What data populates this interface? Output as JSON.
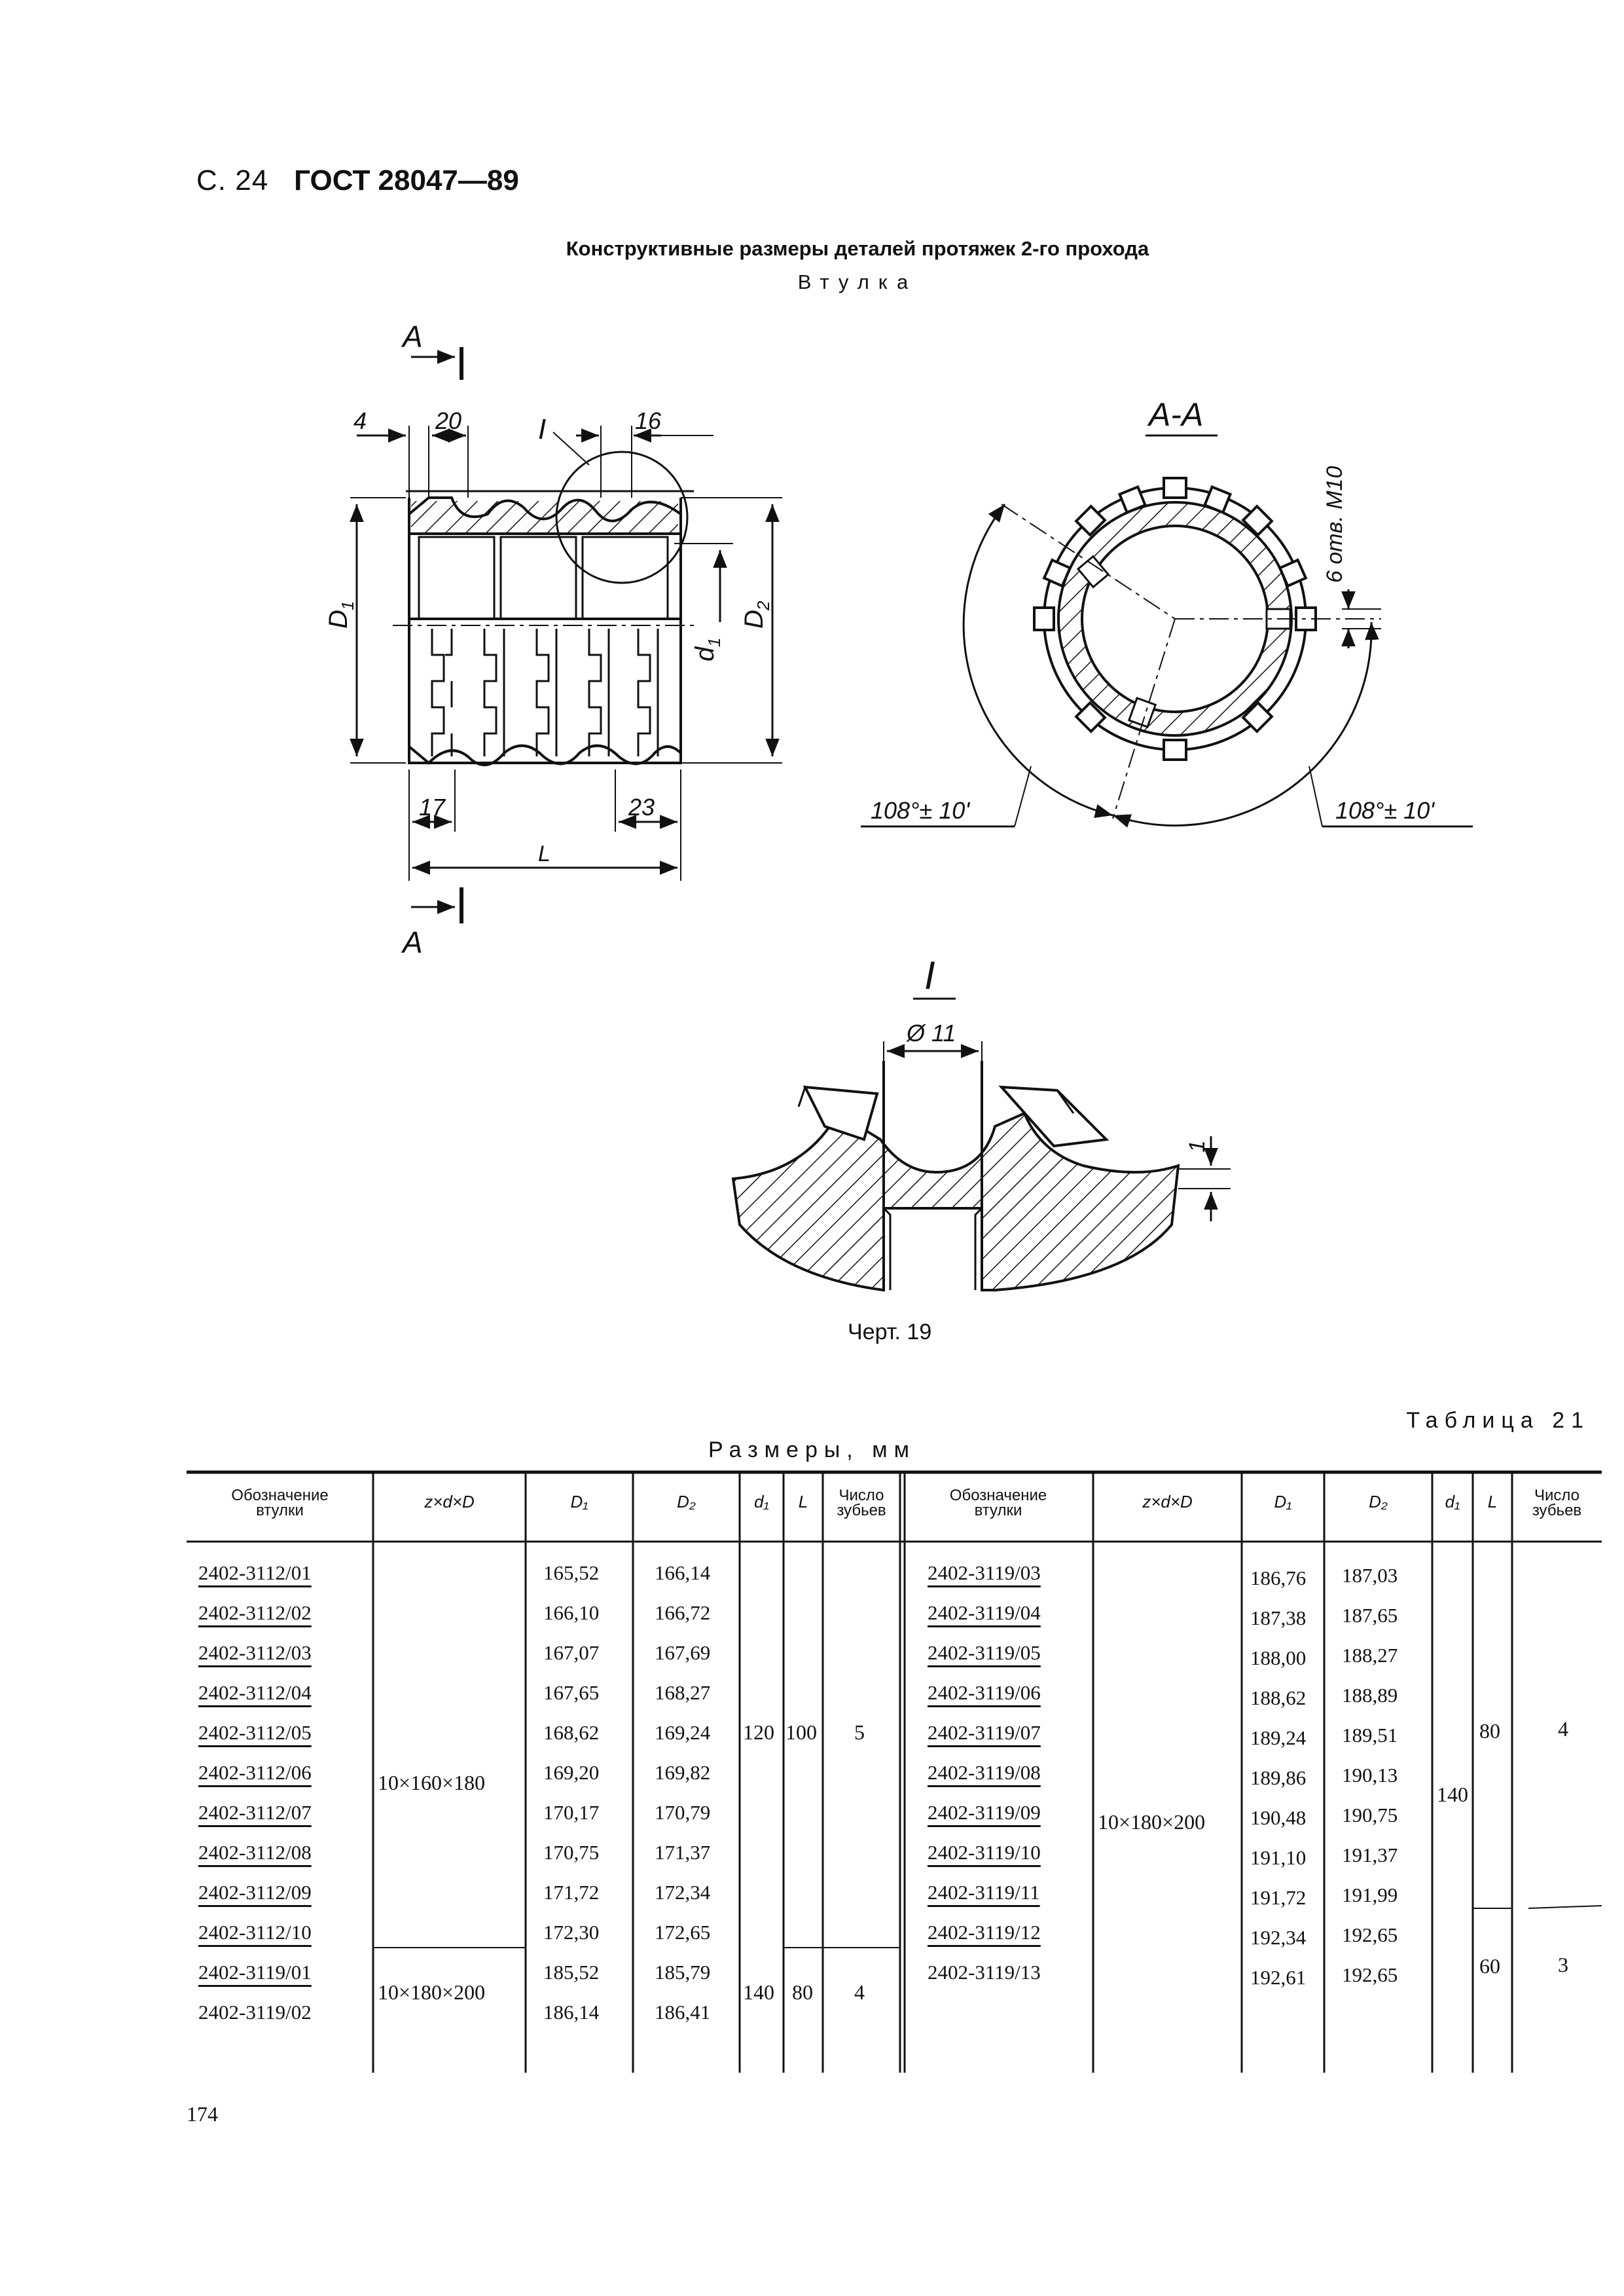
{
  "header": {
    "page_prefix": "С. 24",
    "standard": "ГОСТ 28047—89"
  },
  "title": "Конструктивные размеры деталей протяжек 2-го прохода",
  "subtitle": "Втулка",
  "drawing": {
    "section_marks": [
      "А",
      "А"
    ],
    "section_view_label": "А-А",
    "detail_label": "I",
    "dimensions": {
      "d4": "4",
      "d20": "20",
      "d16": "16",
      "d17": "17",
      "d23": "23",
      "L": "L",
      "D1": "D",
      "D1_sub": "1",
      "D2": "D",
      "D2_sub": "2",
      "d1": "d",
      "d1_sub": "1",
      "holes": "6 отв. М10",
      "angle_left": "108°± 10'",
      "angle_right": "108°± 10'",
      "dia11": "Ø 11",
      "depth1": "1"
    },
    "caption": "Черт. 19"
  },
  "table": {
    "number_label": "Таблица 21",
    "units_label": "Размеры, мм",
    "headers": {
      "designation": "Обозначение втулки",
      "zdD": "z×d×D",
      "D1": "D₁",
      "D2": "D₂",
      "d1": "d₁",
      "L": "L",
      "teeth": "Число зубьев"
    },
    "left_rows": [
      {
        "code": "2402-3112/01",
        "D1": "165,52",
        "D2": "166,14"
      },
      {
        "code": "2402-3112/02",
        "D1": "166,10",
        "D2": "166,72"
      },
      {
        "code": "2402-3112/03",
        "D1": "167,07",
        "D2": "167,69"
      },
      {
        "code": "2402-3112/04",
        "D1": "167,65",
        "D2": "168,27"
      },
      {
        "code": "2402-3112/05",
        "D1": "168,62",
        "D2": "169,24"
      },
      {
        "code": "2402-3112/06",
        "D1": "169,20",
        "D2": "169,82"
      },
      {
        "code": "2402-3112/07",
        "D1": "170,17",
        "D2": "170,79"
      },
      {
        "code": "2402-3112/08",
        "D1": "170,75",
        "D2": "171,37"
      },
      {
        "code": "2402-3112/09",
        "D1": "171,72",
        "D2": "172,34"
      },
      {
        "code": "2402-3112/10",
        "D1": "172,30",
        "D2": "172,65"
      },
      {
        "code": "2402-3119/01",
        "D1": "185,52",
        "D2": "185,79"
      },
      {
        "code": "2402-3119/02",
        "D1": "186,14",
        "D2": "186,41"
      }
    ],
    "left_groups": [
      {
        "zdD": "10×160×180",
        "d1": "120",
        "L": "100",
        "teeth": "5"
      },
      {
        "zdD": "10×180×200",
        "d1": "140",
        "L": "80",
        "teeth": "4"
      }
    ],
    "right_rows": [
      {
        "code": "2402-3119/03",
        "D1": "186,76",
        "D2": "187,03"
      },
      {
        "code": "2402-3119/04",
        "D1": "187,38",
        "D2": "187,65"
      },
      {
        "code": "2402-3119/05",
        "D1": "188,00",
        "D2": "188,27"
      },
      {
        "code": "2402-3119/06",
        "D1": "188,62",
        "D2": "188,89"
      },
      {
        "code": "2402-3119/07",
        "D1": "189,24",
        "D2": "189,51"
      },
      {
        "code": "2402-3119/08",
        "D1": "189,86",
        "D2": "190,13"
      },
      {
        "code": "2402-3119/09",
        "D1": "190,48",
        "D2": "190,75"
      },
      {
        "code": "2402-3119/10",
        "D1": "191,10",
        "D2": "191,37"
      },
      {
        "code": "2402-3119/11",
        "D1": "191,72",
        "D2": "191,99"
      },
      {
        "code": "2402-3119/12",
        "D1": "192,34",
        "D2": "192,65"
      },
      {
        "code": "2402-3119/13",
        "D1": "192,61",
        "D2": "192,65"
      }
    ],
    "right_groups": {
      "zdD": "10×180×200",
      "d1": "140",
      "L_upper": "80",
      "teeth_upper": "4",
      "L_lower": "60",
      "teeth_lower": "3"
    }
  },
  "page_number": "174"
}
